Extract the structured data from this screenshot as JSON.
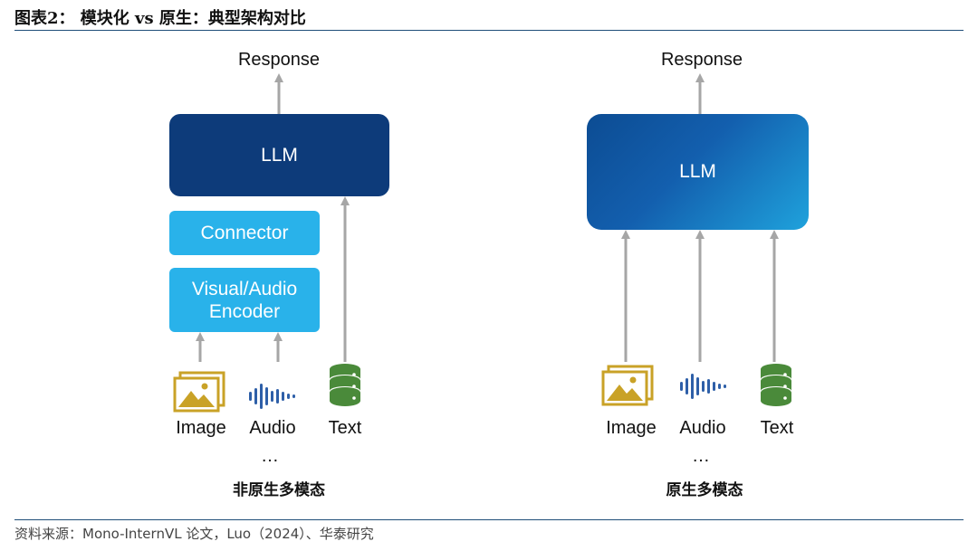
{
  "header": {
    "title": "图表2：  模块化 vs 原生：典型架构对比"
  },
  "left": {
    "response": "Response",
    "llm": "LLM",
    "connector": "Connector",
    "encoder_line1": "Visual/Audio",
    "encoder_line2": "Encoder",
    "inputs": {
      "image": "Image",
      "audio": "Audio",
      "text": "Text"
    },
    "ellipsis": "…",
    "caption": "非原生多模态"
  },
  "right": {
    "response": "Response",
    "llm": "LLM",
    "inputs": {
      "image": "Image",
      "audio": "Audio",
      "text": "Text"
    },
    "ellipsis": "…",
    "caption": "原生多模态"
  },
  "footer": {
    "source": "资料来源：Mono-InternVL 论文，Luo（2024）、华泰研究"
  },
  "colors": {
    "dark_navy": "#0d3b7a",
    "light_blue": "#29b2ea",
    "arrow_gray": "#a6a6a6",
    "image_icon": "#c9a227",
    "audio_icon": "#2e5fa8",
    "db_icon": "#4a8a3a"
  }
}
